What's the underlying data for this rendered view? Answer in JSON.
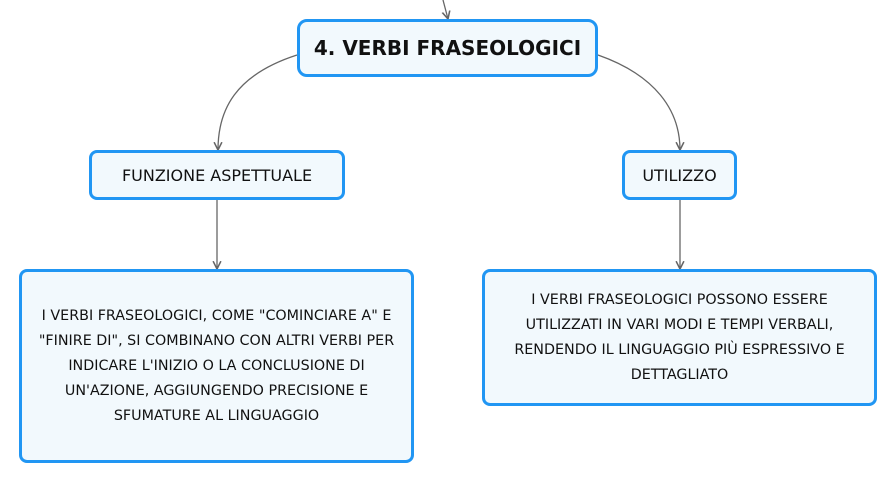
{
  "root": {
    "label": "4. VERBI FRASEOLOGICI"
  },
  "branches": [
    {
      "label": "FUNZIONE ASPETTUALE",
      "detail": "I VERBI FRASEOLOGICI, COME \"COMINCIARE A\" E \"FINIRE DI\", SI COMBINANO CON ALTRI VERBI PER INDICARE L'INIZIO O LA CONCLUSIONE DI UN'AZIONE, AGGIUNGENDO PRECISIONE E SFUMATURE AL LINGUAGGIO"
    },
    {
      "label": "UTILIZZO",
      "detail": "I VERBI FRASEOLOGICI POSSONO ESSERE UTILIZZATI IN VARI MODI E TEMPI VERBALI, RENDENDO IL LINGUAGGIO PIÙ ESPRESSIVO E DETTAGLIATO"
    }
  ],
  "colors": {
    "node_border": "#2196f3",
    "node_fill": "#f2f9fd",
    "connector": "#666666"
  }
}
